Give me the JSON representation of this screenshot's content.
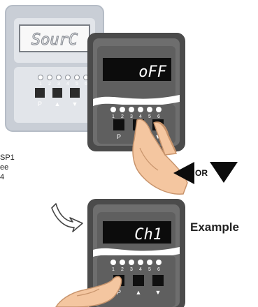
{
  "panels": {
    "background_display": "SourC",
    "top_display": "oFF",
    "bottom_display": "Ch1"
  },
  "indicators": [
    "1",
    "2",
    "3",
    "4",
    "5",
    "6"
  ],
  "buttons": {
    "p_label": "P",
    "up_label": "▲",
    "down_label": "▼"
  },
  "side_text": [
    "SP1",
    "ee",
    "4"
  ],
  "or_label": "OR",
  "example_label": "Example",
  "colors": {
    "panel_frame": "#4a4a4a",
    "panel_bg_light": "#c9ced6",
    "display_bg": "#0c0c0c",
    "button": "#0f0f0f",
    "hand": "#f4c6a0"
  }
}
